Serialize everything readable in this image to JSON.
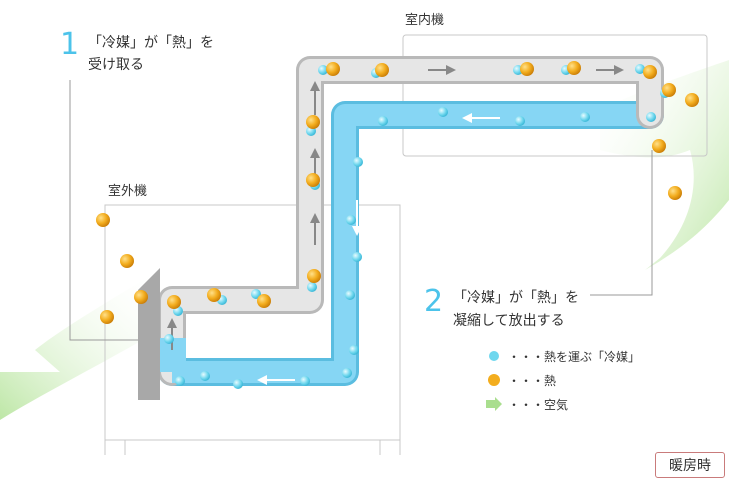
{
  "step1": {
    "number": "1",
    "line1": "「冷媒」が「熱」を",
    "line2": "受け取る"
  },
  "step2": {
    "number": "2",
    "line1": "「冷媒」が「熱」を",
    "line2": "凝縮して放出する"
  },
  "indoor_unit": {
    "label": "室内機"
  },
  "outdoor_unit": {
    "label": "室外機"
  },
  "legend": {
    "refrigerant": {
      "label": "・・・熱を運ぶ「冷媒」",
      "icon": "cyan-dot-icon"
    },
    "heat": {
      "label": "・・・熱",
      "icon": "orange-dot-icon"
    },
    "air": {
      "label": "・・・空気",
      "icon": "green-arrow-icon"
    }
  },
  "mode_badge": "暖房時",
  "colors": {
    "accent_blue": "#4cc3ea",
    "pipe_blue": "#7fd3f3",
    "pipe_gray": "#dcdcdc",
    "heat_orange": "#f0a81c",
    "air_green": "#bfe8a6",
    "badge_border": "#c97b7b"
  }
}
